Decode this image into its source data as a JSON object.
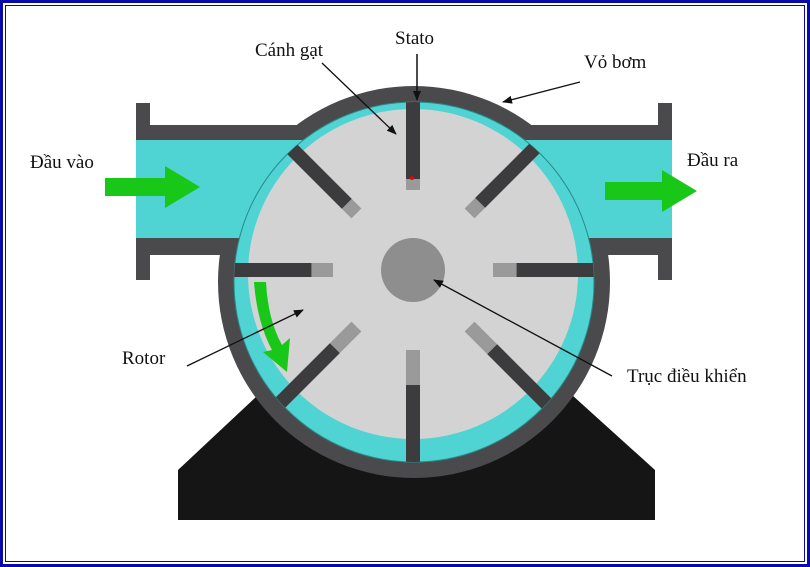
{
  "labels": {
    "stator": "Stato",
    "vane": "Cánh gạt",
    "housing": "Vỏ bơm",
    "inlet": "Đầu vào",
    "outlet": "Đầu ra",
    "rotor": "Rotor",
    "drive_shaft": "Trục điều khiển"
  },
  "colors": {
    "border": "#0a0aa8",
    "housing": "#4a4a4c",
    "fluid": "#4fd3d3",
    "rotor": "#d3d3d3",
    "shaft": "#8e8e8e",
    "vane": "#3c3c3e",
    "vane_tip": "#9a9a9a",
    "flow_arrow": "#19c719",
    "base": "#151515"
  },
  "vane_count": 8
}
